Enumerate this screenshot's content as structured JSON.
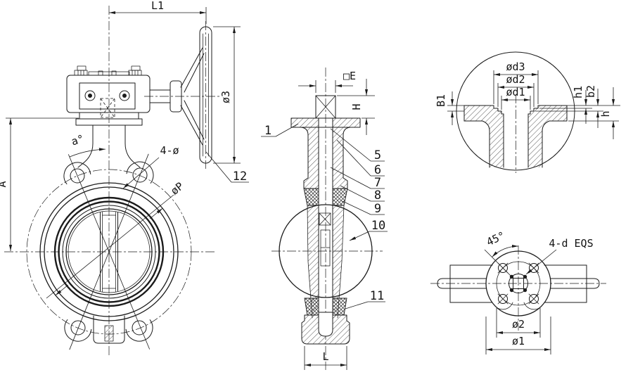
{
  "meta": {
    "type": "technical-engineering-drawing",
    "subject": "Wafer butterfly valve with handwheel gear operator - dimensioned multi-view drawing",
    "background_color": "#ffffff",
    "line_color": "#1b1b1b"
  },
  "views": {
    "front": {
      "name": "front view with handwheel",
      "dims": {
        "l1": "L1",
        "phi3": "ø3",
        "a": "A",
        "alpha": "a°",
        "bolt_holes": "4-ø",
        "disc_dia": "øP"
      },
      "parts": {
        "p12": "12"
      }
    },
    "section": {
      "name": "side section view",
      "dims": {
        "stem_square": "□E",
        "h": "H",
        "l": "L"
      },
      "parts": {
        "p1": "1",
        "p5": "5",
        "p6": "6",
        "p7": "7",
        "p8": "8",
        "p9": "9",
        "p10": "10",
        "p11": "11"
      }
    },
    "detail": {
      "name": "top flange seat detail",
      "dims": {
        "d3": "ød3",
        "d2": "ød2",
        "d1": "ød1",
        "b1": "B1",
        "h1": "h1",
        "b2": "b2",
        "h": "h"
      }
    },
    "top": {
      "name": "mounting flange top view",
      "dims": {
        "angle": "45°",
        "bolts": "4-d EQS",
        "d2": "ø2",
        "d1": "ø1"
      }
    }
  }
}
